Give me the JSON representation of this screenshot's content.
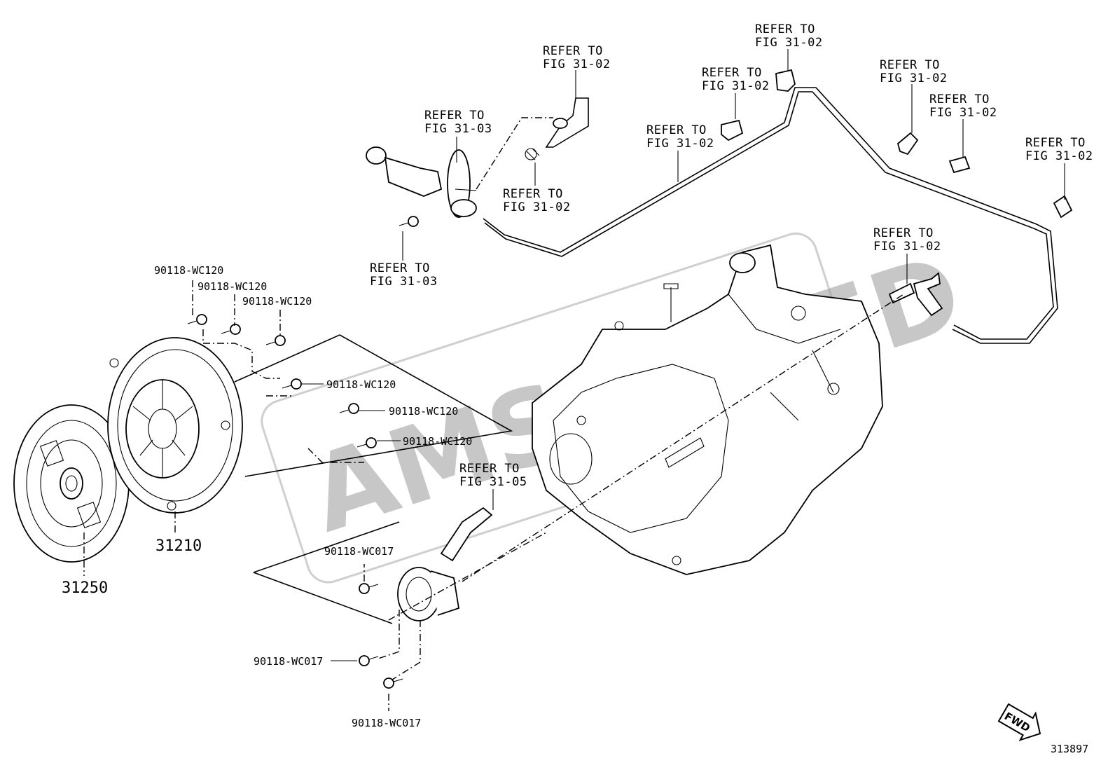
{
  "labels": {
    "refer_fig_31_02": [
      "REFER TO",
      "FIG 31-02"
    ],
    "refer_fig_31_03": [
      "REFER TO",
      "FIG 31-03"
    ],
    "refer_fig_31_05": [
      "REFER TO",
      "FIG 31-05"
    ]
  },
  "part_numbers": {
    "bolt_wc120": "90118-WC120",
    "bolt_wc017": "90118-WC017",
    "clutch_cover": "31210",
    "clutch_disc": "31250"
  },
  "watermark": "AMSALLIED",
  "fwd_label": "FWD",
  "figure_id": "313897",
  "colors": {
    "line": "#000000",
    "watermark": "#9a9a9a",
    "background": "#ffffff"
  }
}
